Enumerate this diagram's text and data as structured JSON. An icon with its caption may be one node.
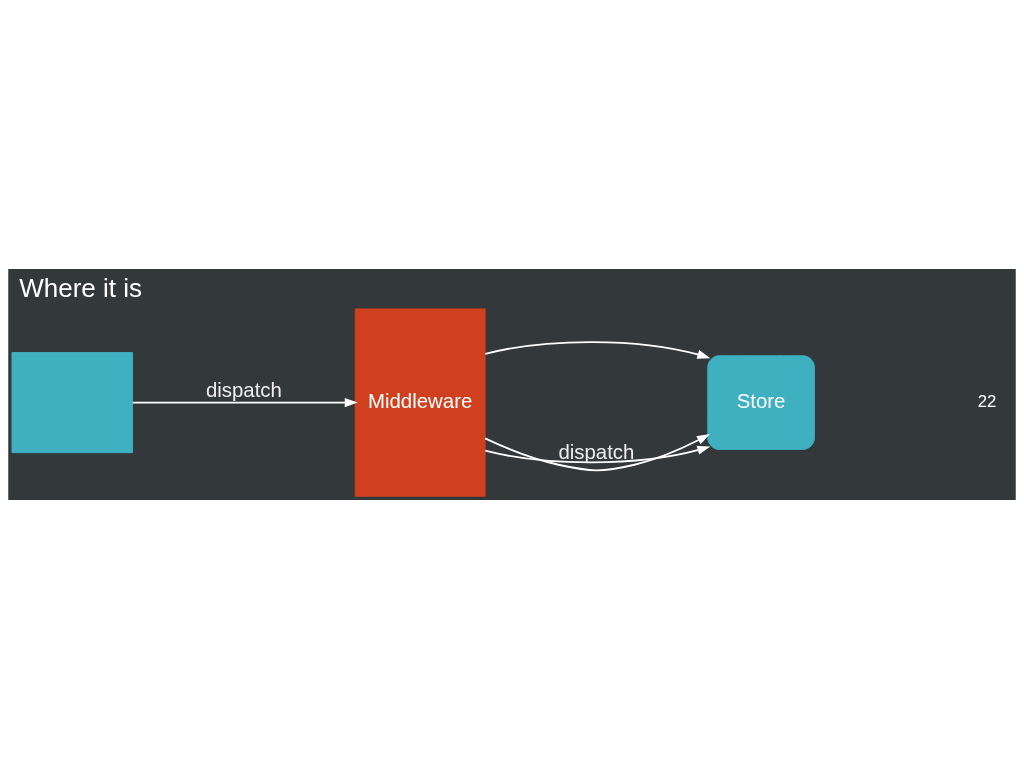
{
  "diagram": {
    "title": "Where it is",
    "nodes": [
      {
        "text": [],
        "shape": "box"
      },
      {
        "text": [
          "Middleware"
        ]
      },
      {
        "text": [
          "Store"
        ]
      }
    ],
    "edges": [
      {
        "from": 0,
        "to": 1,
        "arrow": "to",
        "label": "dispatch"
      },
      {
        "from": 1,
        "to": 2,
        "arrow": "to"
      },
      {
        "from": 1,
        "to": 2,
        "arrow": "to"
      },
      {
        "from": 1,
        "to": 2,
        "arrow": "to",
        "label": "dispatch"
      }
    ],
    "labels": [
      "22"
    ]
  }
}
